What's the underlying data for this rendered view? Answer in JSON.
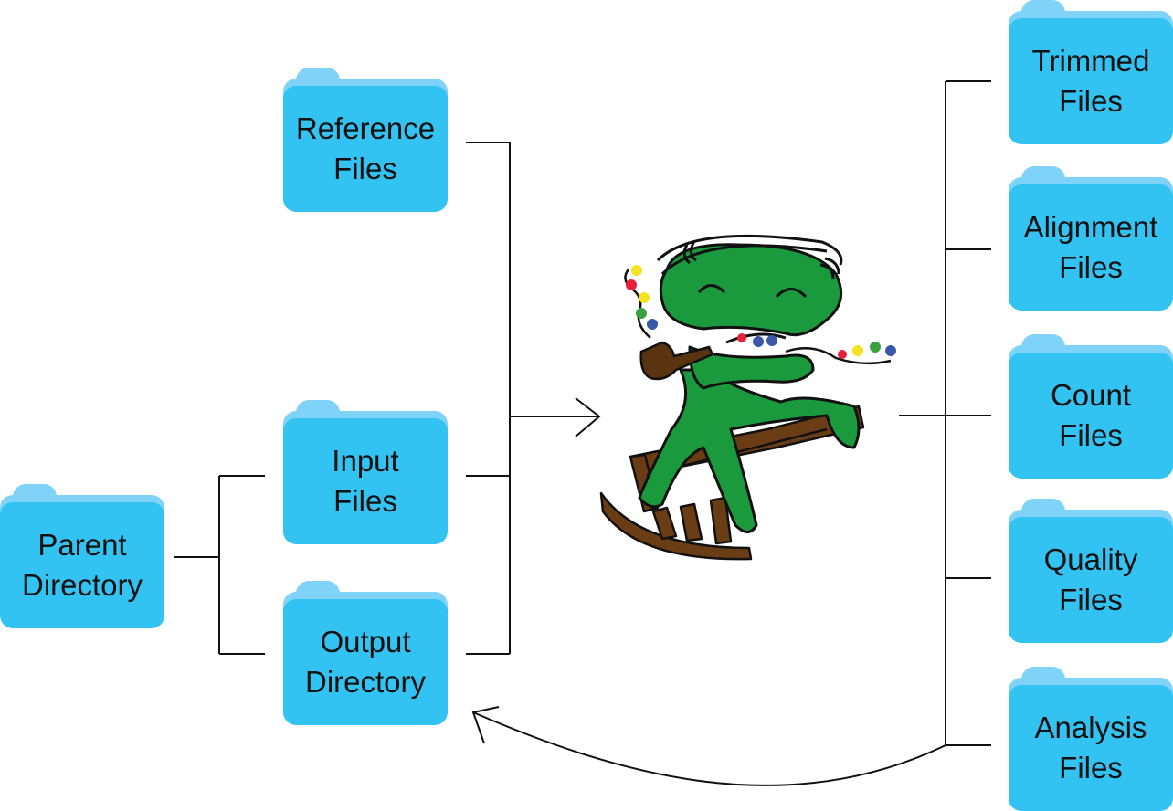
{
  "folders": {
    "parent": {
      "line1": "Parent",
      "line2": "Directory"
    },
    "reference": {
      "line1": "Reference",
      "line2": "Files"
    },
    "input": {
      "line1": "Input",
      "line2": "Files"
    },
    "output": {
      "line1": "Output",
      "line2": "Directory"
    },
    "trimmed": {
      "line1": "Trimmed",
      "line2": "Files"
    },
    "alignment": {
      "line1": "Alignment",
      "line2": "Files"
    },
    "count": {
      "line1": "Count",
      "line2": "Files"
    },
    "quality": {
      "line1": "Quality",
      "line2": "Files"
    },
    "analysis": {
      "line1": "Analysis",
      "line2": "Files"
    }
  },
  "colors": {
    "folder_front": "#33c3f2",
    "folder_back": "#7fd3f8",
    "mascot_body": "#1a9a3c",
    "chair": "#6b3d15",
    "line": "#111111"
  },
  "mascot": {
    "icon": "green-mascot-on-rocking-chair-smoking-pipe"
  }
}
